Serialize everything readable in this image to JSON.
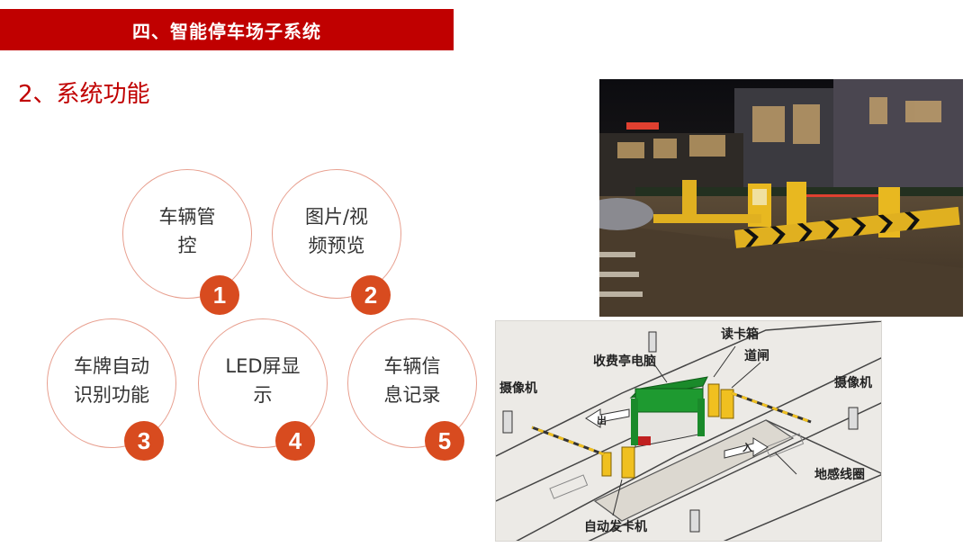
{
  "header": {
    "title": "四、智能停车场子系统"
  },
  "section": {
    "title": "2、系统功能"
  },
  "features": [
    {
      "label": "车辆管\n控",
      "number": "1"
    },
    {
      "label": "图片/视\n频预览",
      "number": "2"
    },
    {
      "label": "车牌自动\n识别功能",
      "number": "3"
    },
    {
      "label": "LED屏显\n示",
      "number": "4"
    },
    {
      "label": "车辆信\n息记录",
      "number": "5"
    }
  ],
  "diagram": {
    "labels": {
      "card_reader": "读卡箱",
      "toll_pc": "收费亭电脑",
      "barrier": "道闸",
      "camera_left": "摄像机",
      "camera_right": "摄像机",
      "loop": "地感线圈",
      "card_dispenser": "自动发卡机",
      "exit": "出",
      "entry": "入"
    }
  },
  "colors": {
    "accent": "#c00000",
    "badge": "#d84b1f",
    "circle_border": "#e8a090"
  }
}
